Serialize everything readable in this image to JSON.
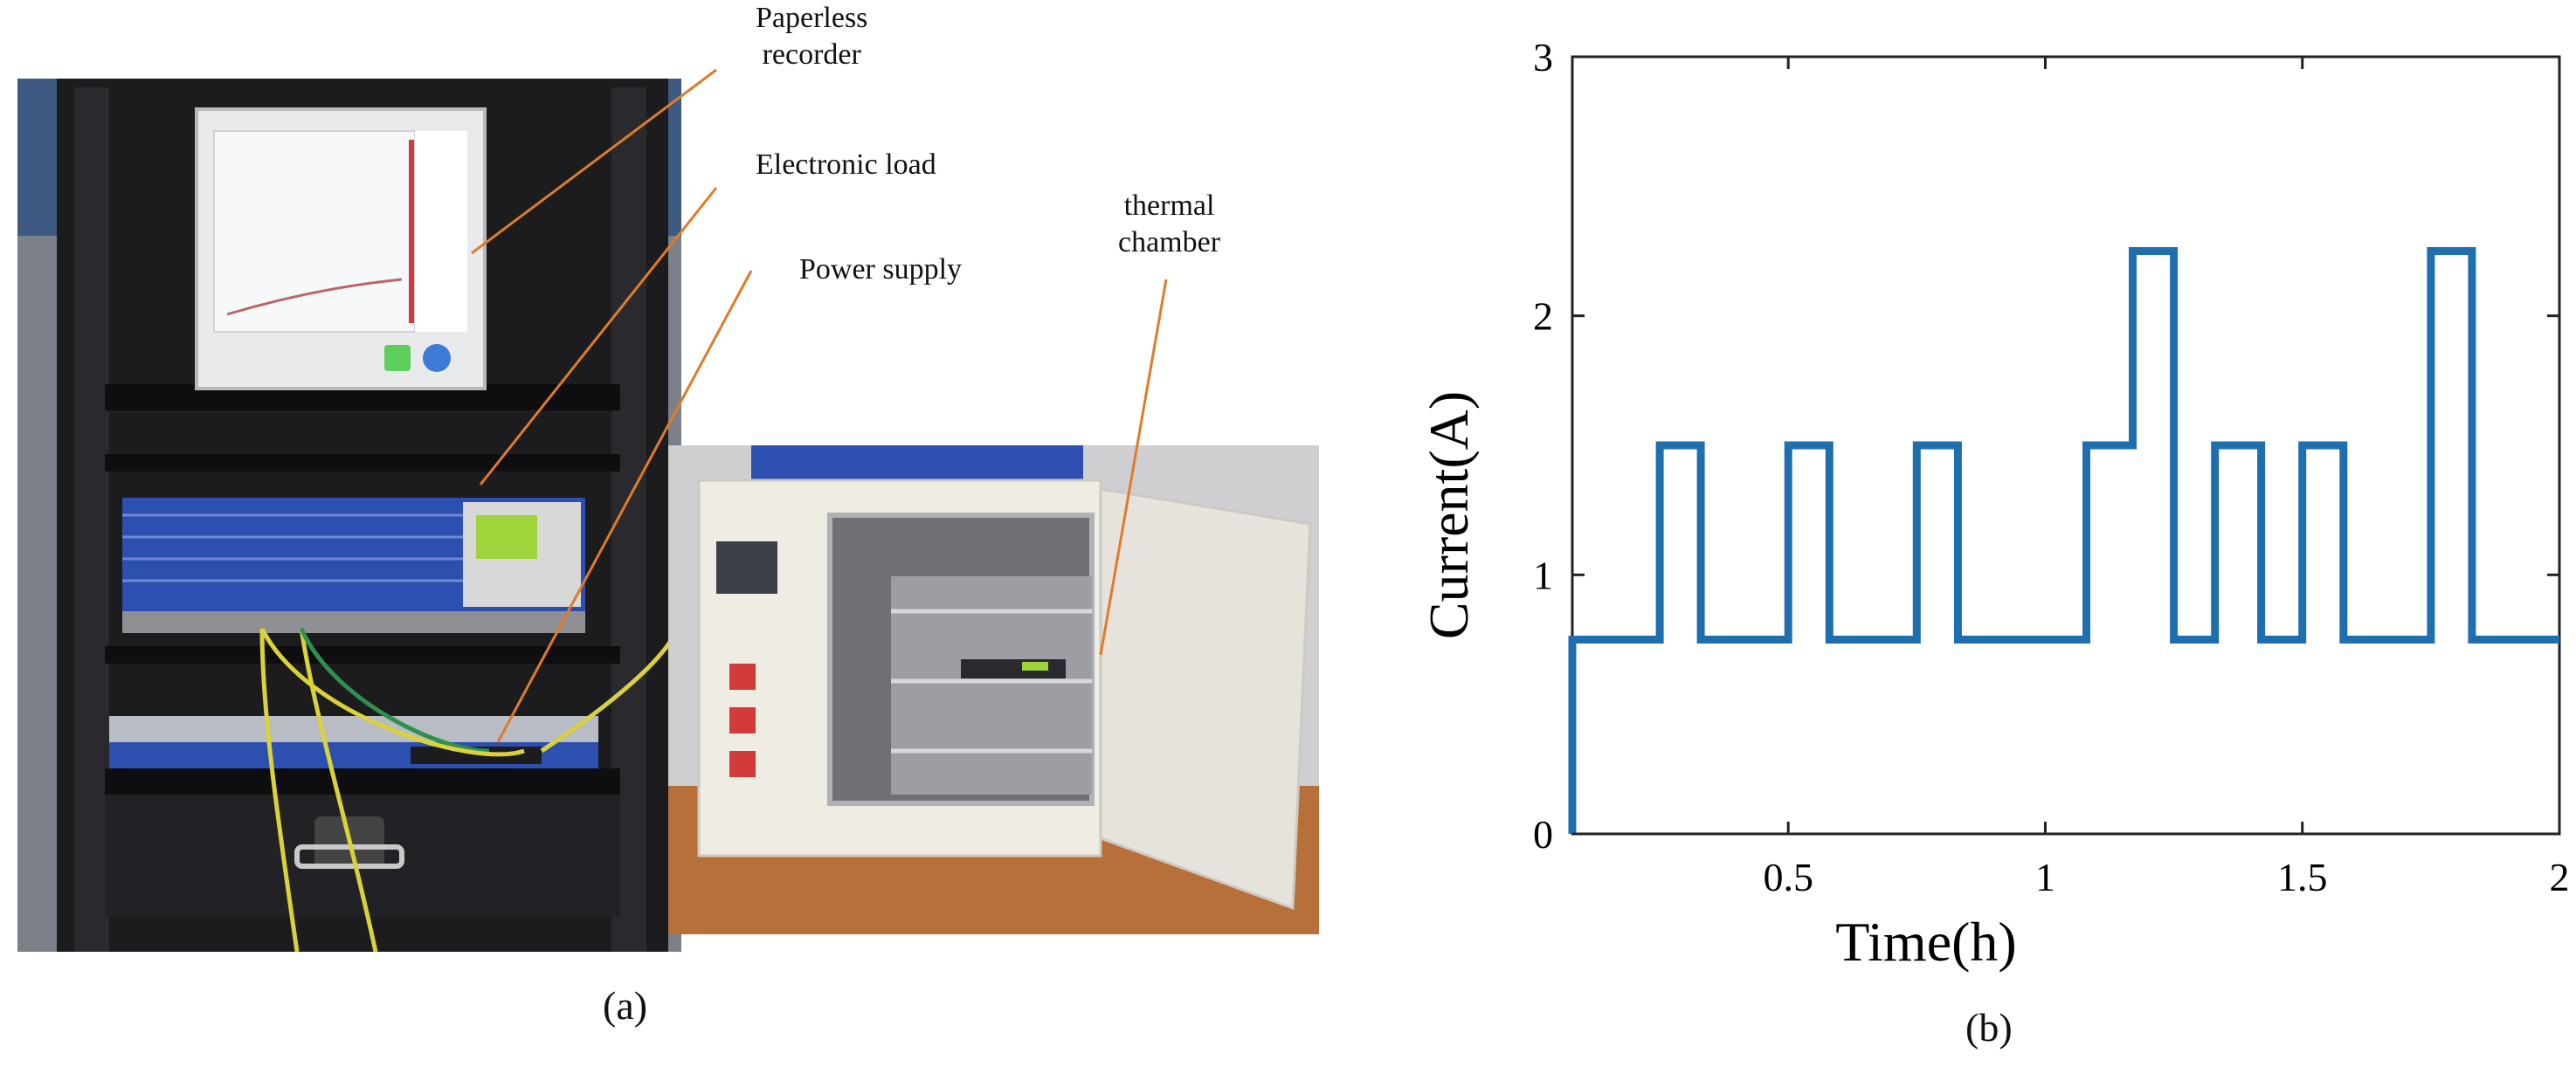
{
  "panel_a": {
    "caption": "(a)",
    "callouts": {
      "recorder_line1": "Paperless",
      "recorder_line2": "recorder",
      "load": "Electronic load",
      "supply": "Power supply",
      "chamber_line1": "thermal",
      "chamber_line2": "chamber"
    },
    "colors": {
      "rack": "#1c1c1f",
      "load_blue": "#2c4fb0",
      "screen_green": "#9fd43a",
      "chamber_body": "#efece4",
      "floor": "#b8703a",
      "callout_line": "#e07b2a"
    }
  },
  "panel_b": {
    "caption": "(b)"
  },
  "chart_data": {
    "type": "line",
    "title": "",
    "xlabel": "Time(h)",
    "ylabel": "Current(A)",
    "xlim": [
      0.08,
      2.0
    ],
    "ylim": [
      0,
      3
    ],
    "xticks": [
      0.5,
      1,
      1.5,
      2
    ],
    "xtick_labels": [
      "0.5",
      "1",
      "1.5",
      "2"
    ],
    "yticks": [
      0,
      1,
      2,
      3
    ],
    "ytick_labels": [
      "0",
      "1",
      "2",
      "3"
    ],
    "grid": false,
    "line_color": "#1f6fae",
    "series": [
      {
        "x": [
          0.08,
          0.08,
          0.25,
          0.25,
          0.33,
          0.33,
          0.5,
          0.5,
          0.58,
          0.58,
          0.75,
          0.75,
          0.83,
          0.83,
          1.08,
          1.08,
          1.17,
          1.17,
          1.25,
          1.25,
          1.33,
          1.33,
          1.42,
          1.42,
          1.5,
          1.5,
          1.58,
          1.58,
          1.75,
          1.75,
          1.83,
          1.83,
          2.0
        ],
        "y": [
          0,
          0.75,
          0.75,
          1.5,
          1.5,
          0.75,
          0.75,
          1.5,
          1.5,
          0.75,
          0.75,
          1.5,
          1.5,
          0.75,
          0.75,
          1.5,
          1.5,
          2.25,
          2.25,
          0.75,
          0.75,
          1.5,
          1.5,
          0.75,
          0.75,
          1.5,
          1.5,
          0.75,
          0.75,
          2.25,
          2.25,
          0.75,
          0.75
        ]
      }
    ]
  }
}
